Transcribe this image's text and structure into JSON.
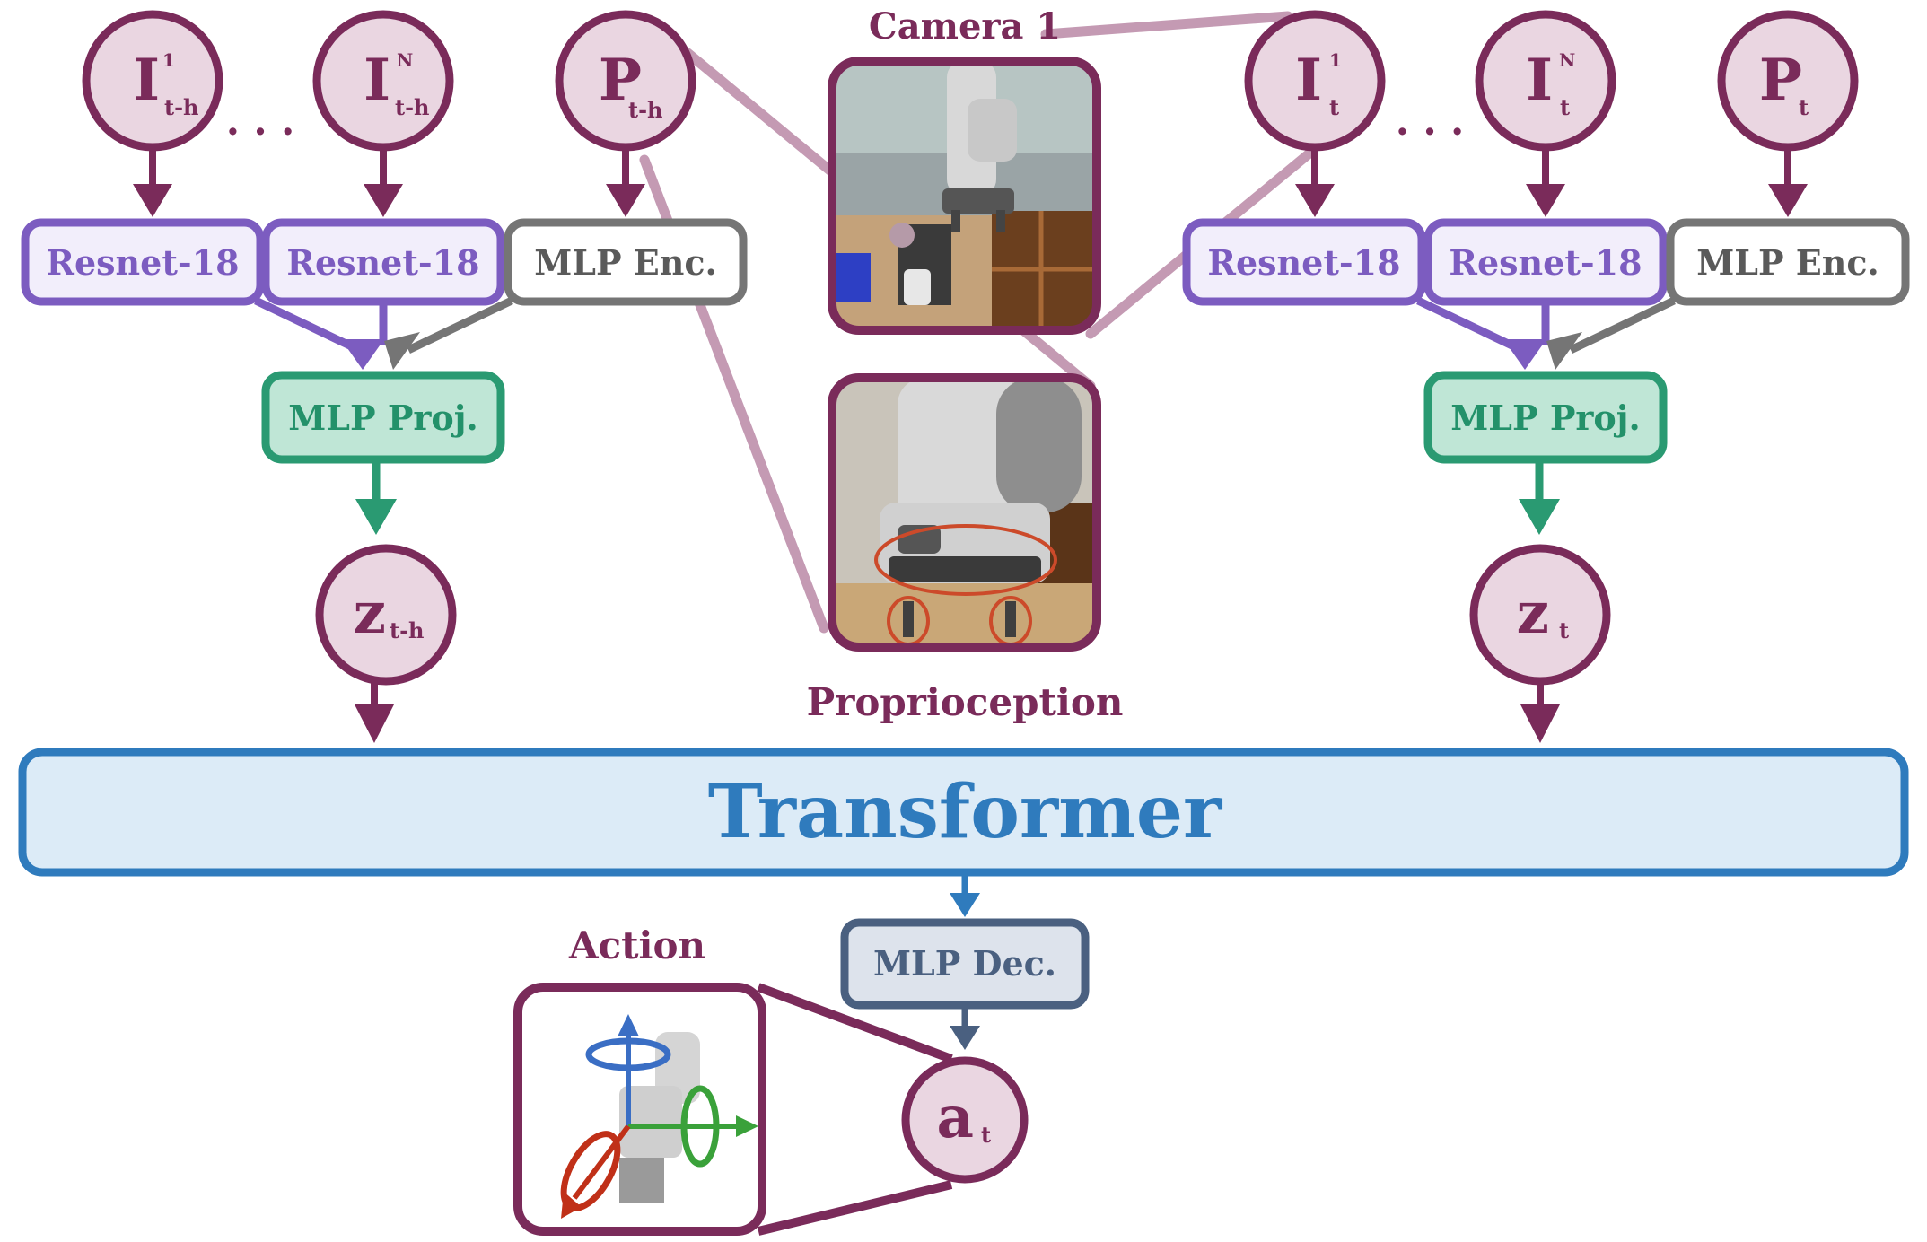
{
  "labels": {
    "camera": "Camera 1",
    "proprioception": "Proprioception",
    "action": "Action",
    "transformer": "Transformer",
    "ellipsis": ". . ."
  },
  "boxes": {
    "resnet": "Resnet-18",
    "mlp_enc": "MLP Enc.",
    "mlp_proj": "MLP Proj.",
    "mlp_dec": "MLP Dec."
  },
  "nodes": {
    "i_hist_1": {
      "main": "I",
      "sub": "t-h",
      "sup": "1"
    },
    "i_hist_n": {
      "main": "I",
      "sub": "t-h",
      "sup": "N"
    },
    "p_hist": {
      "main": "P",
      "sub": "t-h"
    },
    "i_cur_1": {
      "main": "I",
      "sub": "t",
      "sup": "1"
    },
    "i_cur_n": {
      "main": "I",
      "sub": "t",
      "sup": "N"
    },
    "p_cur": {
      "main": "P",
      "sub": "t"
    },
    "z_hist": {
      "main": "z",
      "sub": "t-h"
    },
    "z_cur": {
      "main": "z",
      "sub": "t"
    },
    "a_cur": {
      "main": "a",
      "sub": "t"
    }
  },
  "colors": {
    "node_fill": "#ead6e1",
    "node_stroke": "#7a2b5a",
    "resnet_stroke": "#7c5cc0",
    "resnet_fill": "#f2eefb",
    "resnet_text": "#7c5cc0",
    "enc_stroke": "#757575",
    "enc_text": "#5a5a5a",
    "proj_stroke": "#2a9a72",
    "proj_fill": "#bfe6d6",
    "proj_text": "#23916a",
    "transformer_stroke": "#2f7bbd",
    "transformer_fill": "#dcebf7",
    "transformer_text": "#2f7bbd",
    "dec_stroke": "#4a6080",
    "dec_fill": "#dde3ec",
    "dec_text": "#4a6080",
    "link_line": "#c49ab3"
  }
}
